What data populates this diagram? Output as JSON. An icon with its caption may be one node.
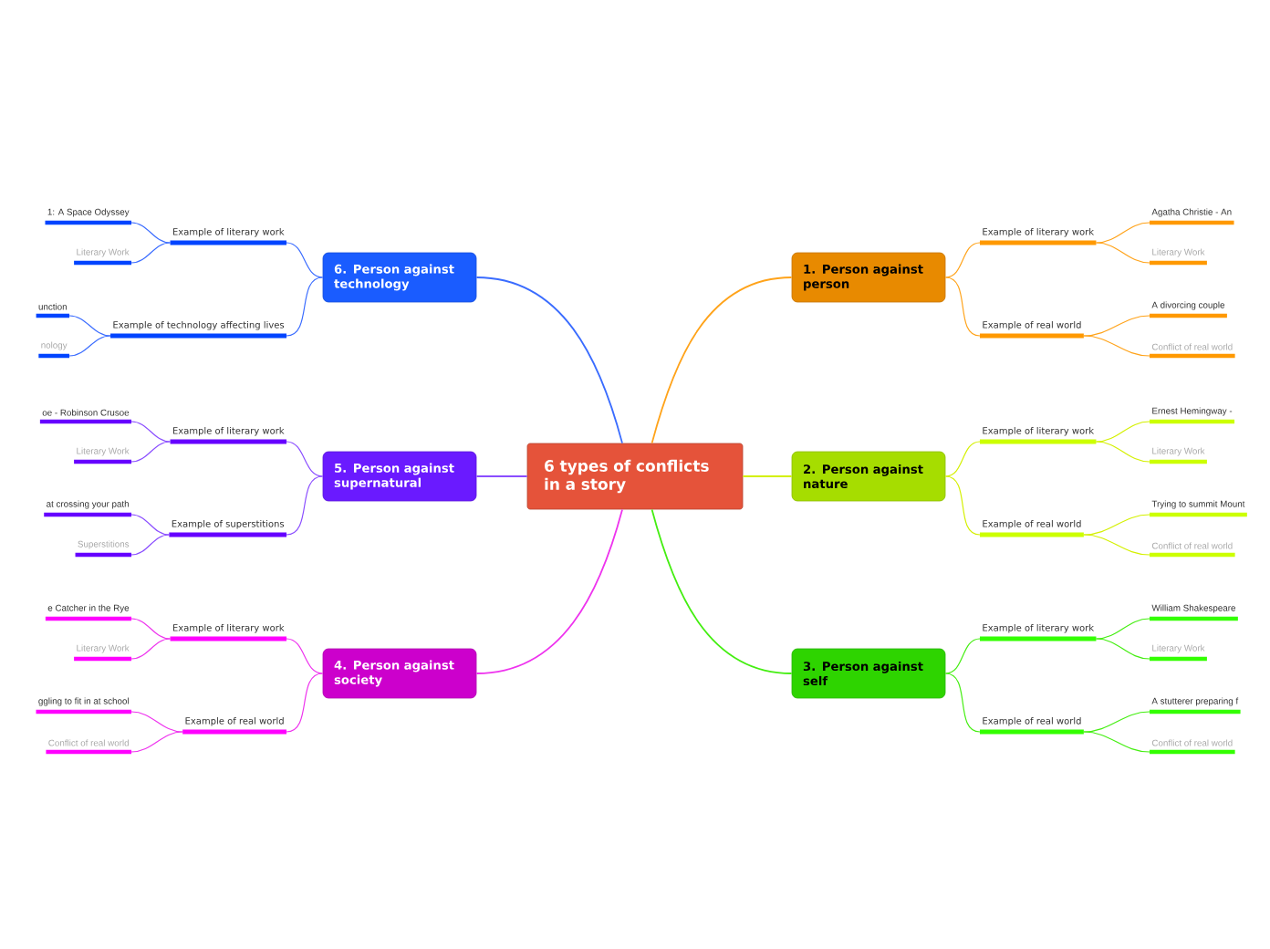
{
  "diagram": {
    "nodes": [
      {
        "text": [
          "6 types of conflicts in a story"
        ]
      },
      {
        "text": [
          "1. Person against person"
        ]
      },
      {
        "text": [
          "Example of literary work"
        ]
      },
      {
        "text": [
          "Agatha Christie - An"
        ]
      },
      {
        "text": [
          "Literary Work"
        ]
      },
      {
        "text": [
          "Example of real world"
        ]
      },
      {
        "text": [
          "A divorcing couple"
        ]
      },
      {
        "text": [
          "Conflict of real world"
        ]
      },
      {
        "text": [
          "2. Person against nature"
        ]
      },
      {
        "text": [
          "Example of literary work"
        ]
      },
      {
        "text": [
          "Ernest Hemingway -"
        ]
      },
      {
        "text": [
          "Literary Work"
        ]
      },
      {
        "text": [
          "Example of real world"
        ]
      },
      {
        "text": [
          "Trying to summit Mount"
        ]
      },
      {
        "text": [
          "Conflict of real world"
        ]
      },
      {
        "text": [
          "3. Person against self"
        ]
      },
      {
        "text": [
          "Example of literary work"
        ]
      },
      {
        "text": [
          "William Shakespeare"
        ]
      },
      {
        "text": [
          "Literary Work"
        ]
      },
      {
        "text": [
          "Example of real world"
        ]
      },
      {
        "text": [
          "A stutterer preparing f"
        ]
      },
      {
        "text": [
          "Conflict of real world"
        ]
      },
      {
        "text": [
          "4. Person against society"
        ]
      },
      {
        "text": [
          "Example of literary work"
        ]
      },
      {
        "text": [
          "e Catcher in the Rye"
        ]
      },
      {
        "text": [
          "Literary Work"
        ]
      },
      {
        "text": [
          "Example of real world"
        ]
      },
      {
        "text": [
          "ggling to fit in at school"
        ]
      },
      {
        "text": [
          "Conflict of real world"
        ]
      },
      {
        "text": [
          "5. Person against supernatural"
        ]
      },
      {
        "text": [
          "Example of literary work"
        ]
      },
      {
        "text": [
          "oe - Robinson Crusoe"
        ]
      },
      {
        "text": [
          "Literary Work"
        ]
      },
      {
        "text": [
          "Example of superstitions"
        ]
      },
      {
        "text": [
          "at crossing your path"
        ]
      },
      {
        "text": [
          "Superstitions"
        ]
      },
      {
        "text": [
          "6. Person against technology"
        ]
      },
      {
        "text": [
          "Example of literary work"
        ]
      },
      {
        "text": [
          "1: A Space Odyssey"
        ]
      },
      {
        "text": [
          "Literary Work"
        ]
      },
      {
        "text": [
          "Example of technology affecting lives"
        ]
      },
      {
        "text": [
          "unction"
        ]
      },
      {
        "text": [
          "nology"
        ]
      }
    ],
    "edges": [
      {
        "from": 0,
        "to": 1,
        "arrow": "none",
        "color": "#ffa31a"
      },
      {
        "from": 1,
        "to": 2,
        "arrow": "none",
        "color": "#ffa31a"
      },
      {
        "from": 2,
        "to": 3,
        "arrow": "none",
        "color": "#ffa31a"
      },
      {
        "from": 2,
        "to": 4,
        "arrow": "none",
        "color": "#ffa31a"
      },
      {
        "from": 1,
        "to": 5,
        "arrow": "none",
        "color": "#ffa31a"
      },
      {
        "from": 5,
        "to": 6,
        "arrow": "none",
        "color": "#ffa31a"
      },
      {
        "from": 5,
        "to": 7,
        "arrow": "none",
        "color": "#ffa31a"
      },
      {
        "from": 0,
        "to": 8,
        "arrow": "none",
        "color": "#d4f000"
      },
      {
        "from": 8,
        "to": 9,
        "arrow": "none",
        "color": "#d4f000"
      },
      {
        "from": 9,
        "to": 10,
        "arrow": "none",
        "color": "#d4f000"
      },
      {
        "from": 9,
        "to": 11,
        "arrow": "none",
        "color": "#d4f000"
      },
      {
        "from": 8,
        "to": 12,
        "arrow": "none",
        "color": "#d4f000"
      },
      {
        "from": 12,
        "to": 13,
        "arrow": "none",
        "color": "#d4f000"
      },
      {
        "from": 12,
        "to": 14,
        "arrow": "none",
        "color": "#d4f000"
      },
      {
        "from": 0,
        "to": 15,
        "arrow": "none",
        "color": "#44ee11"
      },
      {
        "from": 15,
        "to": 16,
        "arrow": "none",
        "color": "#44ee11"
      },
      {
        "from": 16,
        "to": 17,
        "arrow": "none",
        "color": "#44ee11"
      },
      {
        "from": 16,
        "to": 18,
        "arrow": "none",
        "color": "#44ee11"
      },
      {
        "from": 15,
        "to": 19,
        "arrow": "none",
        "color": "#44ee11"
      },
      {
        "from": 19,
        "to": 20,
        "arrow": "none",
        "color": "#44ee11"
      },
      {
        "from": 19,
        "to": 21,
        "arrow": "none",
        "color": "#44ee11"
      },
      {
        "from": 0,
        "to": 22,
        "arrow": "none",
        "color": "#ee33ee"
      },
      {
        "from": 22,
        "to": 23,
        "arrow": "none",
        "color": "#ee33ee"
      },
      {
        "from": 23,
        "to": 24,
        "arrow": "none",
        "color": "#ee33ee"
      },
      {
        "from": 23,
        "to": 25,
        "arrow": "none",
        "color": "#ee33ee"
      },
      {
        "from": 22,
        "to": 26,
        "arrow": "none",
        "color": "#ee33ee"
      },
      {
        "from": 26,
        "to": 27,
        "arrow": "none",
        "color": "#ee33ee"
      },
      {
        "from": 26,
        "to": 28,
        "arrow": "none",
        "color": "#ee33ee"
      },
      {
        "from": 0,
        "to": 29,
        "arrow": "none",
        "color": "#8a4dff"
      },
      {
        "from": 29,
        "to": 30,
        "arrow": "none",
        "color": "#8a4dff"
      },
      {
        "from": 30,
        "to": 31,
        "arrow": "none",
        "color": "#8a4dff"
      },
      {
        "from": 30,
        "to": 32,
        "arrow": "none",
        "color": "#8a4dff"
      },
      {
        "from": 29,
        "to": 33,
        "arrow": "none",
        "color": "#8a4dff"
      },
      {
        "from": 33,
        "to": 34,
        "arrow": "none",
        "color": "#8a4dff"
      },
      {
        "from": 33,
        "to": 35,
        "arrow": "none",
        "color": "#8a4dff"
      },
      {
        "from": 0,
        "to": 36,
        "arrow": "none",
        "color": "#3a6cff"
      },
      {
        "from": 36,
        "to": 37,
        "arrow": "none",
        "color": "#3a6cff"
      },
      {
        "from": 37,
        "to": 38,
        "arrow": "none",
        "color": "#3a6cff"
      },
      {
        "from": 37,
        "to": 39,
        "arrow": "none",
        "color": "#3a6cff"
      },
      {
        "from": 36,
        "to": 40,
        "arrow": "none",
        "color": "#3a6cff"
      },
      {
        "from": 40,
        "to": 41,
        "arrow": "none",
        "color": "#3a6cff"
      },
      {
        "from": 40,
        "to": 42,
        "arrow": "none",
        "color": "#3a6cff"
      }
    ]
  }
}
